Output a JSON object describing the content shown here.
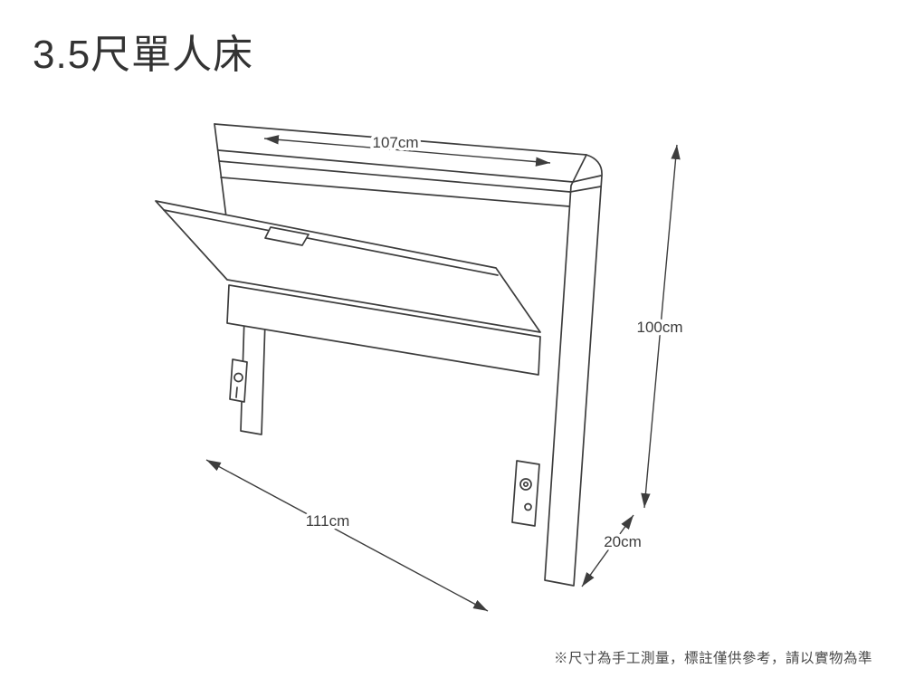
{
  "page": {
    "title": "3.5尺單人床",
    "footnote": "※尺寸為手工測量，標註僅供參考，請以實物為準",
    "background_color": "#ffffff"
  },
  "diagram": {
    "subject": "single-bed-headboard-isometric-line-drawing",
    "line_color": "#3d3d3d",
    "label_color": "#3d3d3d",
    "dimensions": {
      "top_width": "107cm",
      "height": "100cm",
      "bottom_width": "111cm",
      "depth": "20cm"
    }
  }
}
